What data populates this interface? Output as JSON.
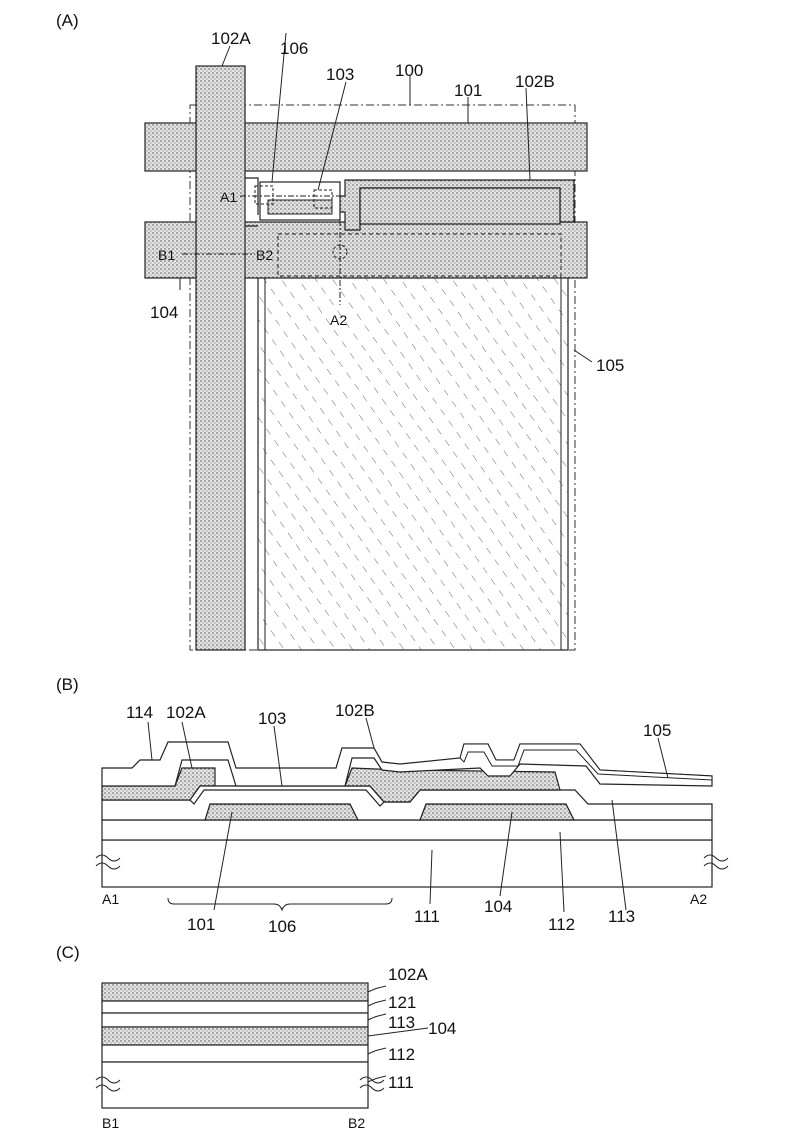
{
  "panel_a": {
    "label": "(A)",
    "labels": {
      "l102A": "102A",
      "l106": "106",
      "l103": "103",
      "l100": "100",
      "l101": "101",
      "l102B": "102B",
      "lA1": "A1",
      "lB1": "B1",
      "lB2": "B2",
      "lA2": "A2",
      "l104": "104",
      "l105": "105"
    }
  },
  "panel_b": {
    "label": "(B)",
    "labels": {
      "l114": "114",
      "l102A": "102A",
      "l103": "103",
      "l102B": "102B",
      "l105": "105",
      "lA1": "A1",
      "lA2": "A2",
      "l101": "101",
      "l106": "106",
      "l111": "111",
      "l104": "104",
      "l112": "112",
      "l113": "113"
    }
  },
  "panel_c": {
    "label": "(C)",
    "labels": {
      "l102A": "102A",
      "l121": "121",
      "l113": "113",
      "l104": "104",
      "l112": "112",
      "l111": "111",
      "lB1": "B1",
      "lB2": "B2"
    }
  },
  "colors": {
    "line": "#222222",
    "dot_fill": "#c9c9c9",
    "hatch": "#555555"
  }
}
